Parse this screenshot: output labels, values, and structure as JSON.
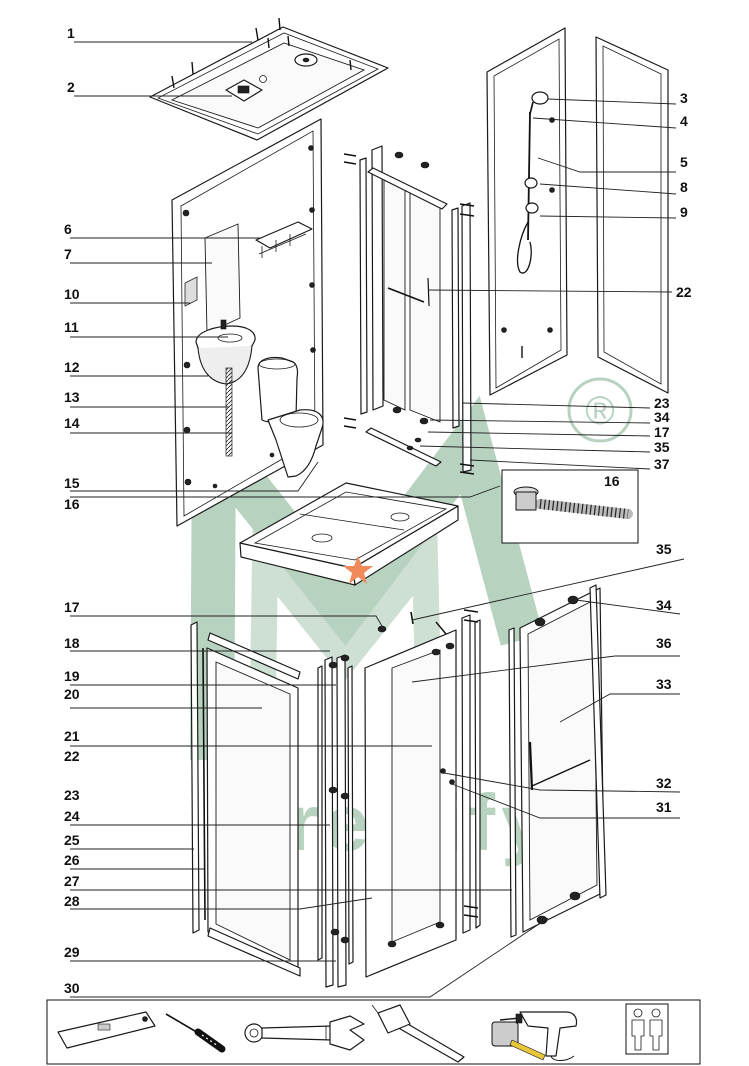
{
  "callouts": {
    "upper_left": [
      "1",
      "2",
      "6",
      "7",
      "10",
      "11",
      "12",
      "13",
      "14",
      "15",
      "16"
    ],
    "upper_right": [
      "3",
      "4",
      "5",
      "8",
      "9",
      "22",
      "23",
      "34",
      "17",
      "35",
      "37"
    ],
    "inset": "16",
    "lower_left": [
      "17",
      "18",
      "19",
      "20",
      "21",
      "22",
      "23",
      "24",
      "25",
      "26",
      "27",
      "28",
      "29",
      "30"
    ],
    "lower_right": [
      "35",
      "34",
      "36",
      "33",
      "32",
      "31"
    ]
  },
  "watermark": {
    "brand": "Prettify",
    "registered_mark": "®",
    "color": "#7fae8e"
  },
  "accent_colors": {
    "star": "#f08a5a",
    "blue_profile": "#2a7fc0",
    "line_art": "#1a1a1a"
  },
  "tools": [
    "spirit-level-icon",
    "screwdriver-icon",
    "adjustable-wrench-icon",
    "hammer-icon",
    "tape-measure-icon",
    "electric-drill-icon",
    "two-installers-icon"
  ]
}
